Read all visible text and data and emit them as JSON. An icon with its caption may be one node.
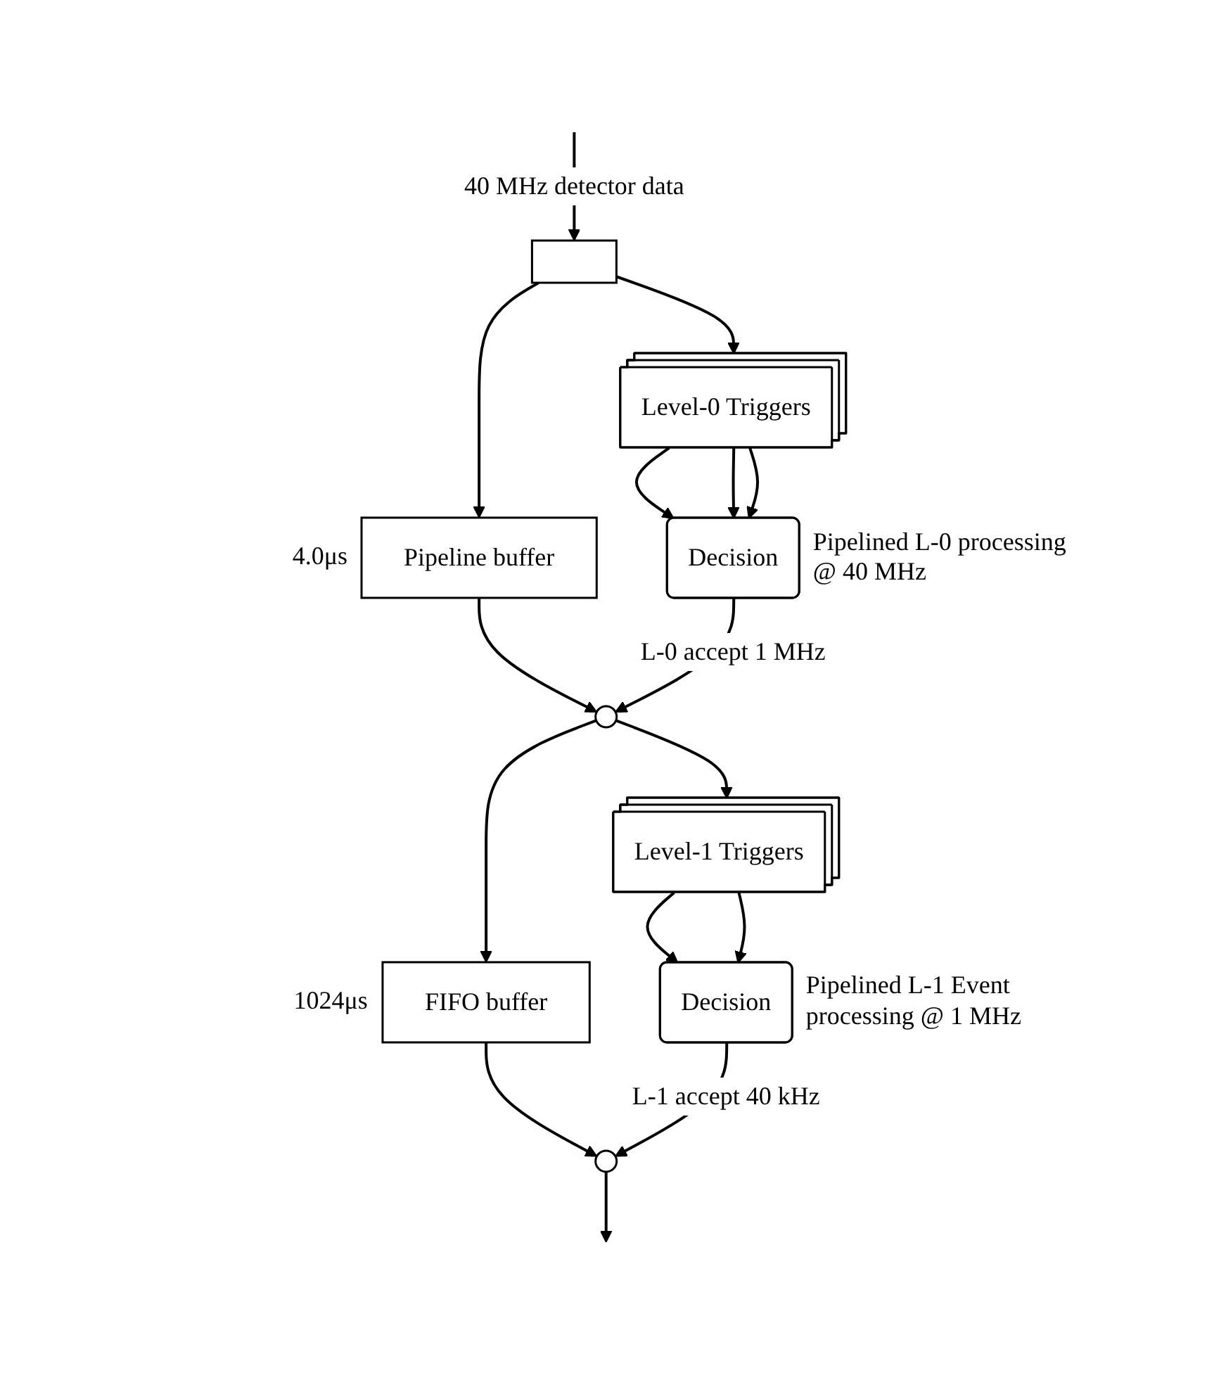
{
  "diagram": {
    "nodes": [
      {
        "text": [],
        "shape": "box"
      },
      {
        "text": [
          "Pipeline buffer"
        ],
        "beside": [
          "4.0μs"
        ]
      },
      {
        "text": [
          "Level-0 Triggers"
        ]
      },
      {
        "text": [
          "Decision"
        ],
        "beside": [
          "Pipelined L-0 processing @ 40 MHz"
        ]
      },
      {
        "text": [],
        "shape": "circle"
      },
      {
        "text": [
          "FIFO buffer"
        ],
        "beside": [
          "1024μs"
        ]
      },
      {
        "text": [
          "Level-1 Triggers"
        ]
      },
      {
        "text": [
          "Decision"
        ],
        "beside": [
          "Pipelined L-1 Event processing @ 1 MHz"
        ]
      },
      {
        "text": [],
        "shape": "circle"
      }
    ],
    "edges": [
      {
        "from": null,
        "to": 0,
        "arrow": "to",
        "label": "40 MHz detector data"
      },
      {
        "from": 0,
        "to": 1,
        "arrow": "to"
      },
      {
        "from": 0,
        "to": 2,
        "arrow": "to"
      },
      {
        "from": 2,
        "to": 3,
        "arrow": "to"
      },
      {
        "from": 2,
        "to": 3,
        "arrow": "to"
      },
      {
        "from": 2,
        "to": 3,
        "arrow": "to"
      },
      {
        "from": 1,
        "to": 4,
        "arrow": "to"
      },
      {
        "from": 3,
        "to": 4,
        "arrow": "to",
        "label": "L-0 accept 1 MHz"
      },
      {
        "from": 4,
        "to": 5,
        "arrow": "to"
      },
      {
        "from": 4,
        "to": 6,
        "arrow": "to"
      },
      {
        "from": 6,
        "to": 7,
        "arrow": "to"
      },
      {
        "from": 6,
        "to": 7,
        "arrow": "to"
      },
      {
        "from": 5,
        "to": 8,
        "arrow": "to"
      },
      {
        "from": 7,
        "to": 8,
        "arrow": "to",
        "label": "L-1 accept 40 kHz"
      },
      {
        "from": 8,
        "to": null,
        "arrow": "to"
      }
    ]
  }
}
